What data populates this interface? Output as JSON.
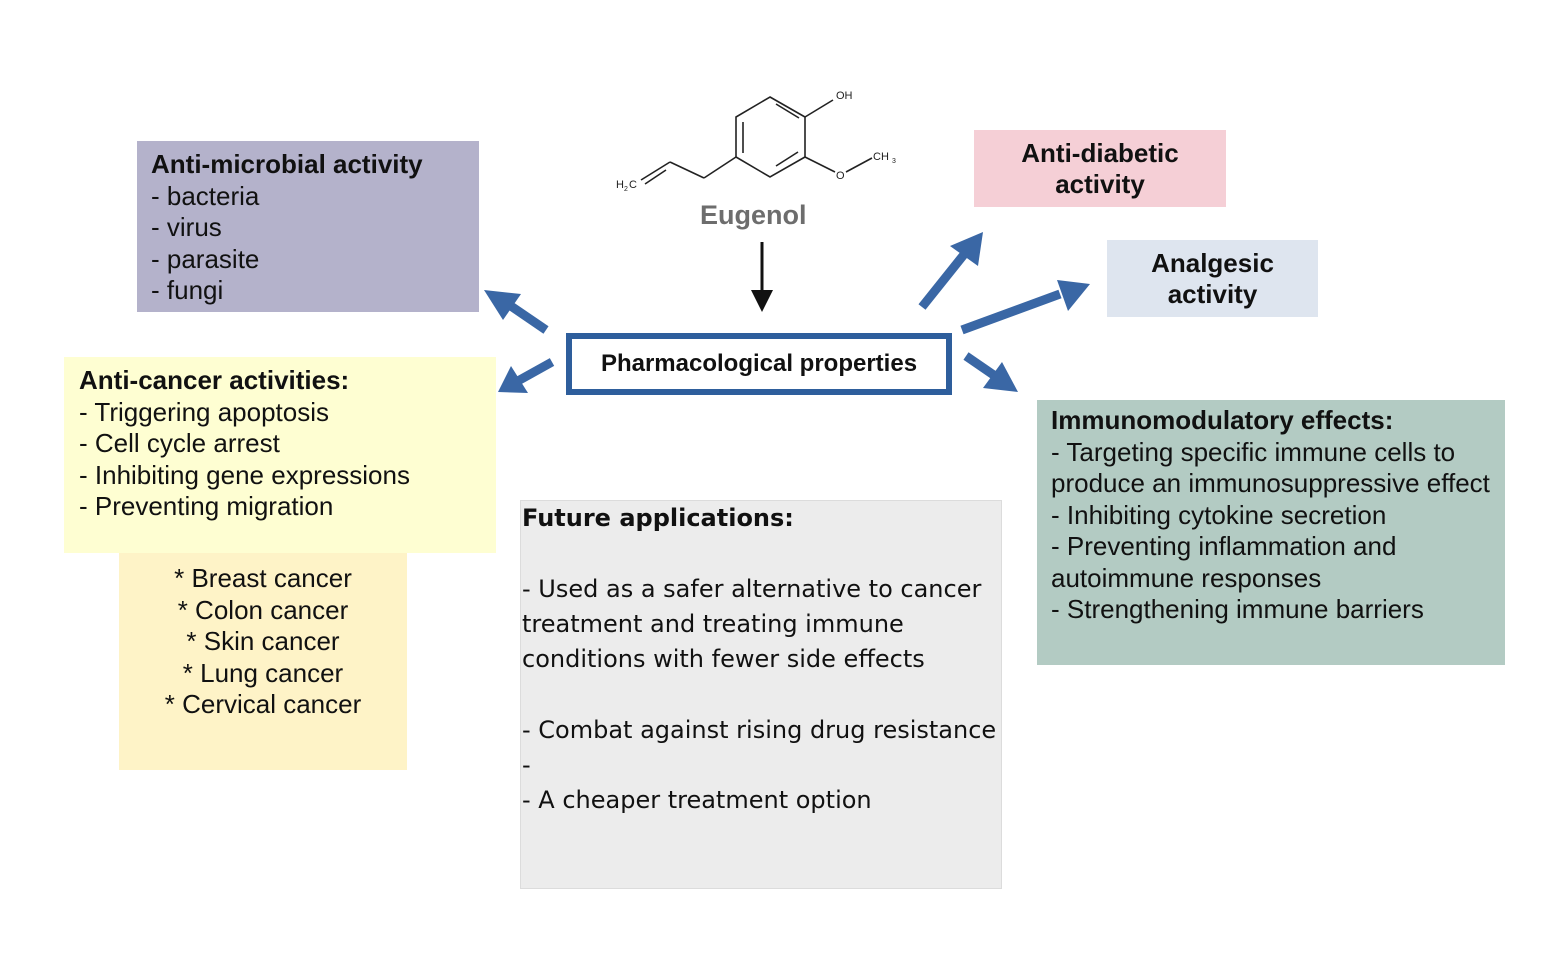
{
  "molecule": {
    "name": "Eugenol",
    "labels": {
      "oh": "OH",
      "ch3": "CH",
      "ch3_sub": "3",
      "h2c": "H",
      "h2c_sub": "2",
      "h2c_c": "C"
    }
  },
  "center": {
    "label": "Pharmacological properties"
  },
  "antimicrobial": {
    "title": "Anti-microbial activity",
    "items": [
      "- bacteria",
      "- virus",
      "- parasite",
      "- fungi"
    ]
  },
  "anticancer": {
    "title": "Anti-cancer activities:",
    "items": [
      "- Triggering apoptosis",
      "- Cell cycle arrest",
      "- Inhibiting gene expressions",
      "- Preventing migration"
    ],
    "types": [
      "* Breast cancer",
      "* Colon cancer",
      "* Skin cancer",
      "* Lung cancer",
      "* Cervical cancer"
    ]
  },
  "antidiabetic": {
    "line1": "Anti-diabetic",
    "line2": "activity"
  },
  "analgesic": {
    "line1": "Analgesic",
    "line2": "activity"
  },
  "immuno": {
    "title": "Immunomodulatory effects:",
    "items": [
      "- Targeting specific immune cells to produce an immunosuppressive effect",
      "- Inhibiting cytokine secretion",
      "- Preventing inflammation and autoimmune responses",
      "- Strengthening immune barriers"
    ]
  },
  "future": {
    "title": "Future applications:",
    "line1a": "- Used as a safer alternative to cancer",
    "line1b": "treatment and treating immune",
    "line1c": "conditions with fewer side effects",
    "line2": "- Combat against rising drug resistance",
    "line3": "-",
    "line4": "- A cheaper treatment option"
  },
  "colors": {
    "arrow_blue": "#3a67a5",
    "center_border": "#2e5e9c",
    "antimicrobial_bg": "#b4b2cb",
    "anticancer_bg": "#fefed2",
    "cancer_types_bg": "#fef3c7",
    "antidiabetic_bg": "#f5cfd6",
    "analgesic_bg": "#dee5ef",
    "immuno_bg": "#b3cbc3",
    "future_bg": "#ececec"
  }
}
